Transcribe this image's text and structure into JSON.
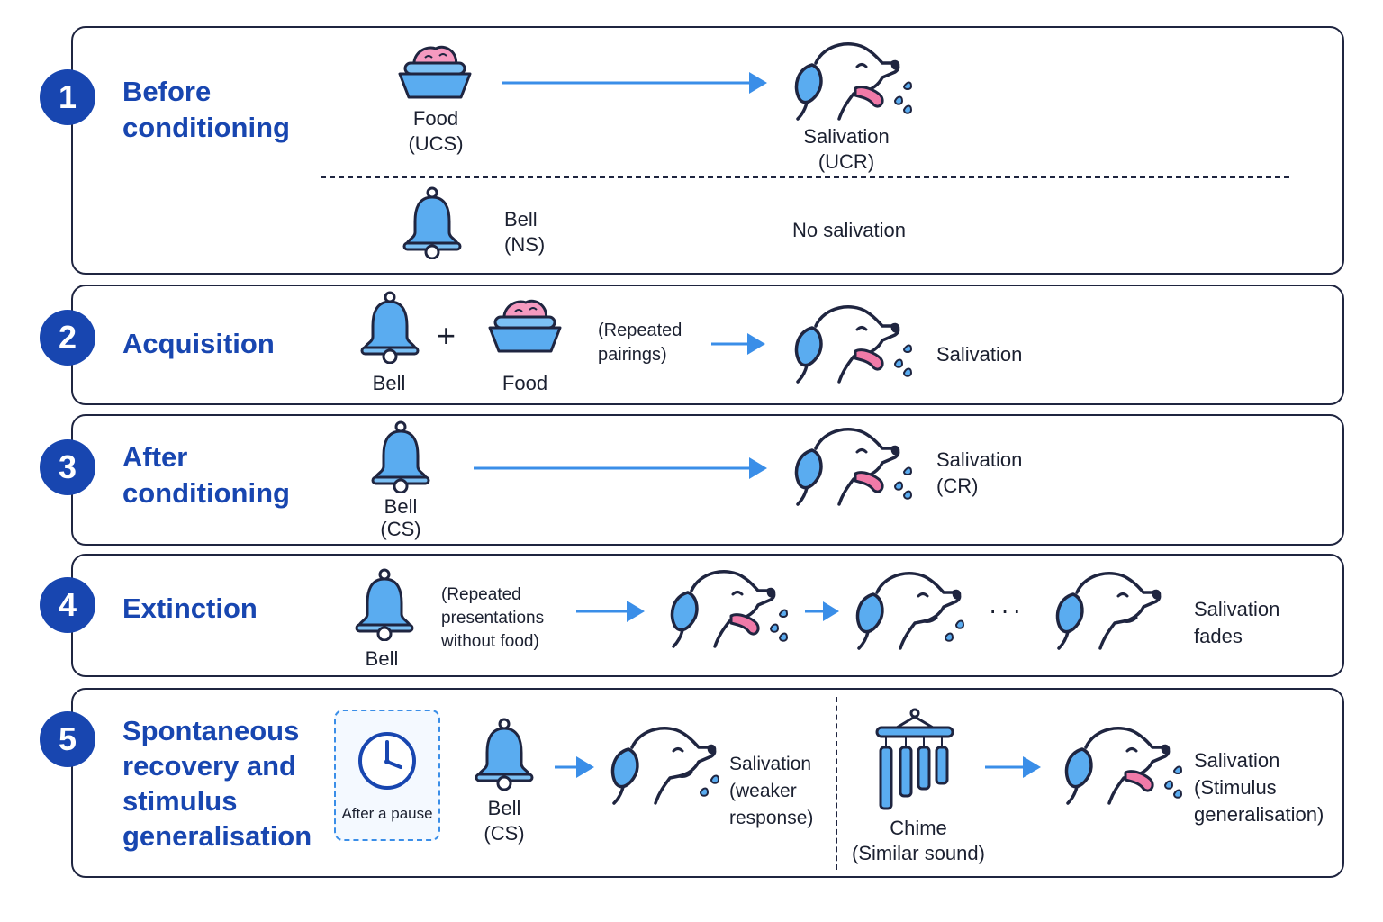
{
  "stages": [
    {
      "number": "1",
      "title": "Before\nconditioning"
    },
    {
      "number": "2",
      "title": "Acquisition"
    },
    {
      "number": "3",
      "title": "After\nconditioning"
    },
    {
      "number": "4",
      "title": "Extinction"
    },
    {
      "number": "5",
      "title": "Spontaneous\nrecovery and\nstimulus\ngeneralisation"
    }
  ],
  "stage1": {
    "food": "Food\n(UCS)",
    "salivation": "Salivation\n(UCR)",
    "bell": "Bell\n(NS)",
    "no_salivation": "No salivation"
  },
  "stage2": {
    "bell": "Bell",
    "plus": "+",
    "food": "Food",
    "note": "(Repeated\npairings)",
    "salivation": "Salivation"
  },
  "stage3": {
    "bell": "Bell\n(CS)",
    "salivation": "Salivation\n(CR)"
  },
  "stage4": {
    "bell": "Bell",
    "note": "(Repeated\npresentations\nwithout food)",
    "dots": "···",
    "result": "Salivation\nfades"
  },
  "stage5": {
    "pause": "After a pause",
    "bell": "Bell\n(CS)",
    "weak": "Salivation\n(weaker\nresponse)",
    "chime": "Chime\n(Similar sound)",
    "general": "Salivation\n(Stimulus\ngeneralisation)"
  },
  "colors": {
    "accent": "#1846b0",
    "icon_fill": "#5aacf0",
    "arrow": "#3a8ee8",
    "tongue": "#f07aa8",
    "outline": "#1f2540"
  },
  "icons": [
    "food-bowl-icon",
    "bell-icon",
    "dog-icon",
    "clock-icon",
    "wind-chime-icon",
    "arrow-icon"
  ]
}
